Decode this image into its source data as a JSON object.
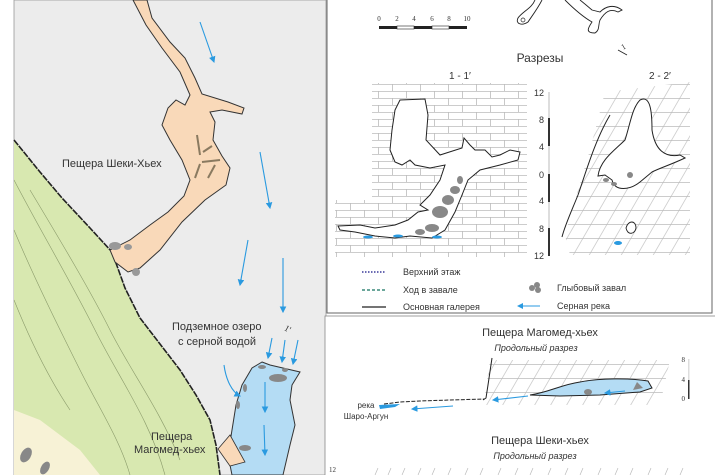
{
  "map": {
    "cave_sheki_label": "Пещера Шеки-Хьех",
    "lake_label_line1": "Подземное озеро",
    "lake_label_line2": "с серной водой",
    "cave_magomed_line1": "Пещера",
    "cave_magomed_line2": "Магомед-хьех",
    "section_marker": "1'"
  },
  "plan": {
    "scale_ticks": [
      "0",
      "2",
      "4",
      "6",
      "8",
      "10"
    ],
    "marker_1": "1"
  },
  "sections": {
    "title": "Разрезы",
    "section_1_label": "1 - 1′",
    "section_2_label": "2 - 2′",
    "vertical_scale": [
      "12",
      "8",
      "4",
      "0",
      "4",
      "8",
      "12"
    ]
  },
  "legend": {
    "items": [
      {
        "label": "Верхний этаж",
        "style": "dotted",
        "color": "#3a3a9a"
      },
      {
        "label": "Ход в завале",
        "style": "dashed",
        "color": "#3a8a7a"
      },
      {
        "label": "Основная галерея",
        "style": "solid",
        "color": "#222222"
      },
      {
        "label": "Глыбовый завал",
        "style": "blocks",
        "color": "#888888"
      },
      {
        "label": "Серная река",
        "style": "arrow",
        "color": "#2a9ae0"
      }
    ]
  },
  "profiles": {
    "magomed_title": "Пещера Магомед-хьех",
    "magomed_subtitle": "Продольный разрез",
    "river_label_line1": "река",
    "river_label_line2": "Шаро-Аргун",
    "magomed_scale": [
      "8",
      "4",
      "0"
    ],
    "sheki_title": "Пещера Шеки-хьех",
    "sheki_subtitle": "Продольный разрез",
    "sheki_scale_top": "12"
  },
  "colors": {
    "map_bg": "#ececec",
    "limestone_green": "#d8e8b0",
    "cave_peach": "#f9d9b9",
    "water_blue": "#b4dcf4",
    "arrow_blue": "#2a9ae0",
    "cream": "#f7f2d6"
  }
}
